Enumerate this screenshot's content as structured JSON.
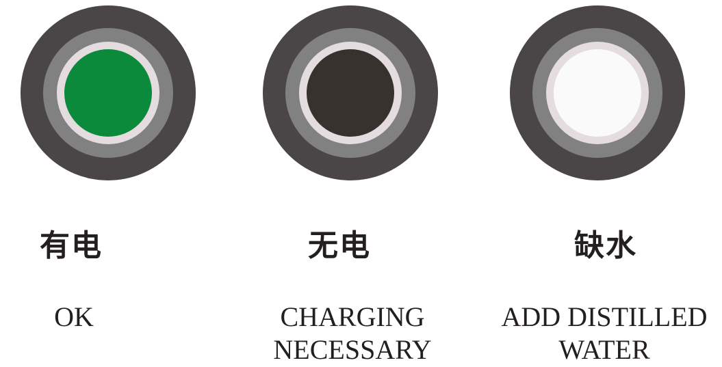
{
  "indicators": [
    {
      "cn_label": "有电",
      "en_lines": [
        "OK"
      ],
      "core_color": "#0b8a3c",
      "outer_color": "#4a4547",
      "mid_ring_color": "#818181",
      "inner_ring_color": "#e4dcde"
    },
    {
      "cn_label": "无电",
      "en_lines": [
        "CHARGING",
        "NECESSARY"
      ],
      "core_color": "#38322f",
      "outer_color": "#4a4547",
      "mid_ring_color": "#818181",
      "inner_ring_color": "#e4dcde"
    },
    {
      "cn_label": "缺水",
      "en_lines": [
        "ADD DISTILLED",
        "WATER"
      ],
      "core_color": "#fafafa",
      "outer_color": "#4a4547",
      "mid_ring_color": "#818181",
      "inner_ring_color": "#e4dcde"
    }
  ]
}
